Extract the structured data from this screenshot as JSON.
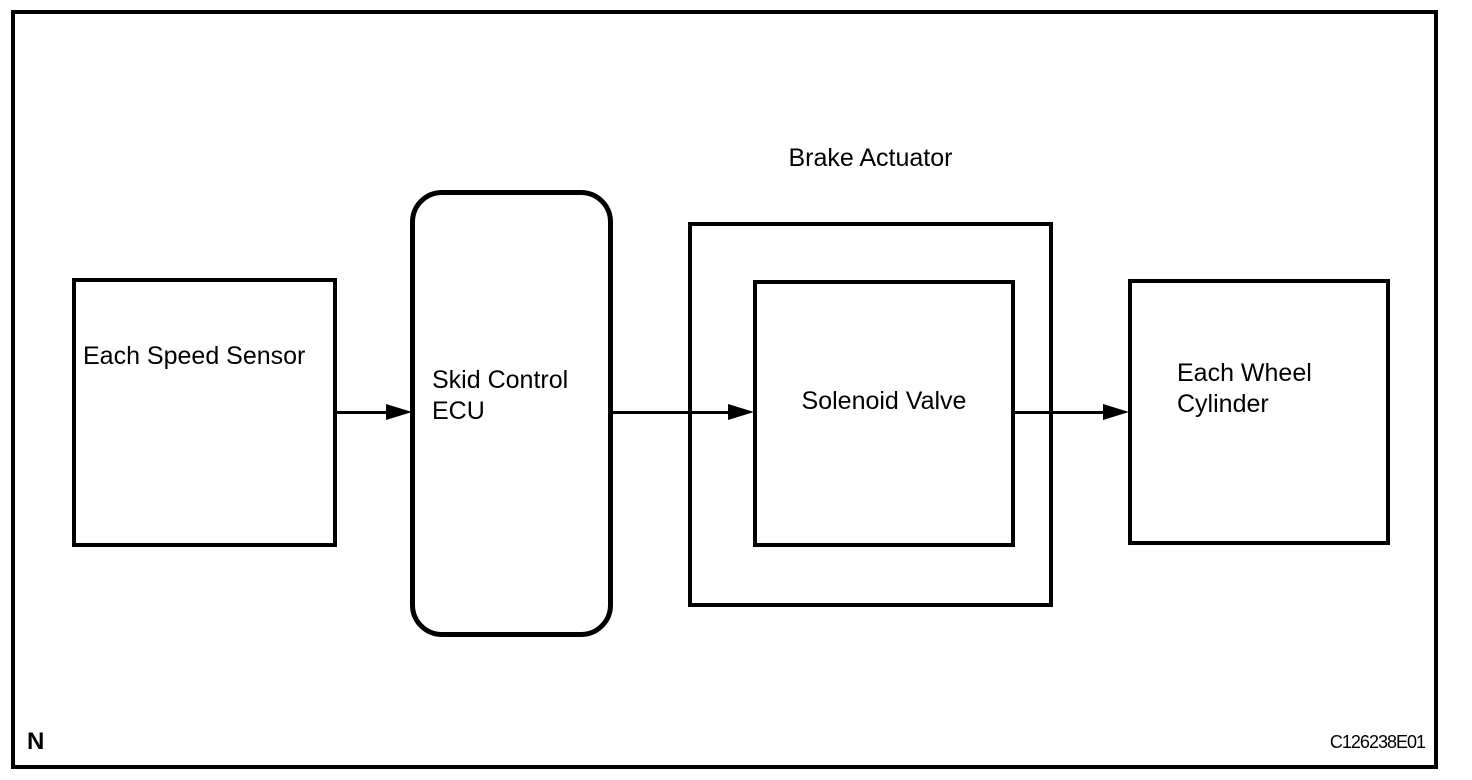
{
  "diagram": {
    "group": {
      "label": "Brake Actuator"
    },
    "nodes": {
      "speed_sensor": {
        "label": "Each Speed Sensor"
      },
      "skid_control_ecu": {
        "label": "Skid Control ECU"
      },
      "solenoid_valve": {
        "label": "Solenoid Valve"
      },
      "wheel_cylinder": {
        "label": "Each Wheel Cylinder"
      }
    },
    "connections": [
      {
        "from": "Each Speed Sensor",
        "to": "Skid Control ECU"
      },
      {
        "from": "Skid Control ECU",
        "to": "Solenoid Valve"
      },
      {
        "from": "Solenoid Valve",
        "to": "Each Wheel Cylinder"
      }
    ],
    "annotations": {
      "page_marker": "N",
      "figure_code": "C126238E01"
    },
    "colors": {
      "line": "#000000",
      "text": "#000000",
      "background": "#ffffff"
    }
  }
}
